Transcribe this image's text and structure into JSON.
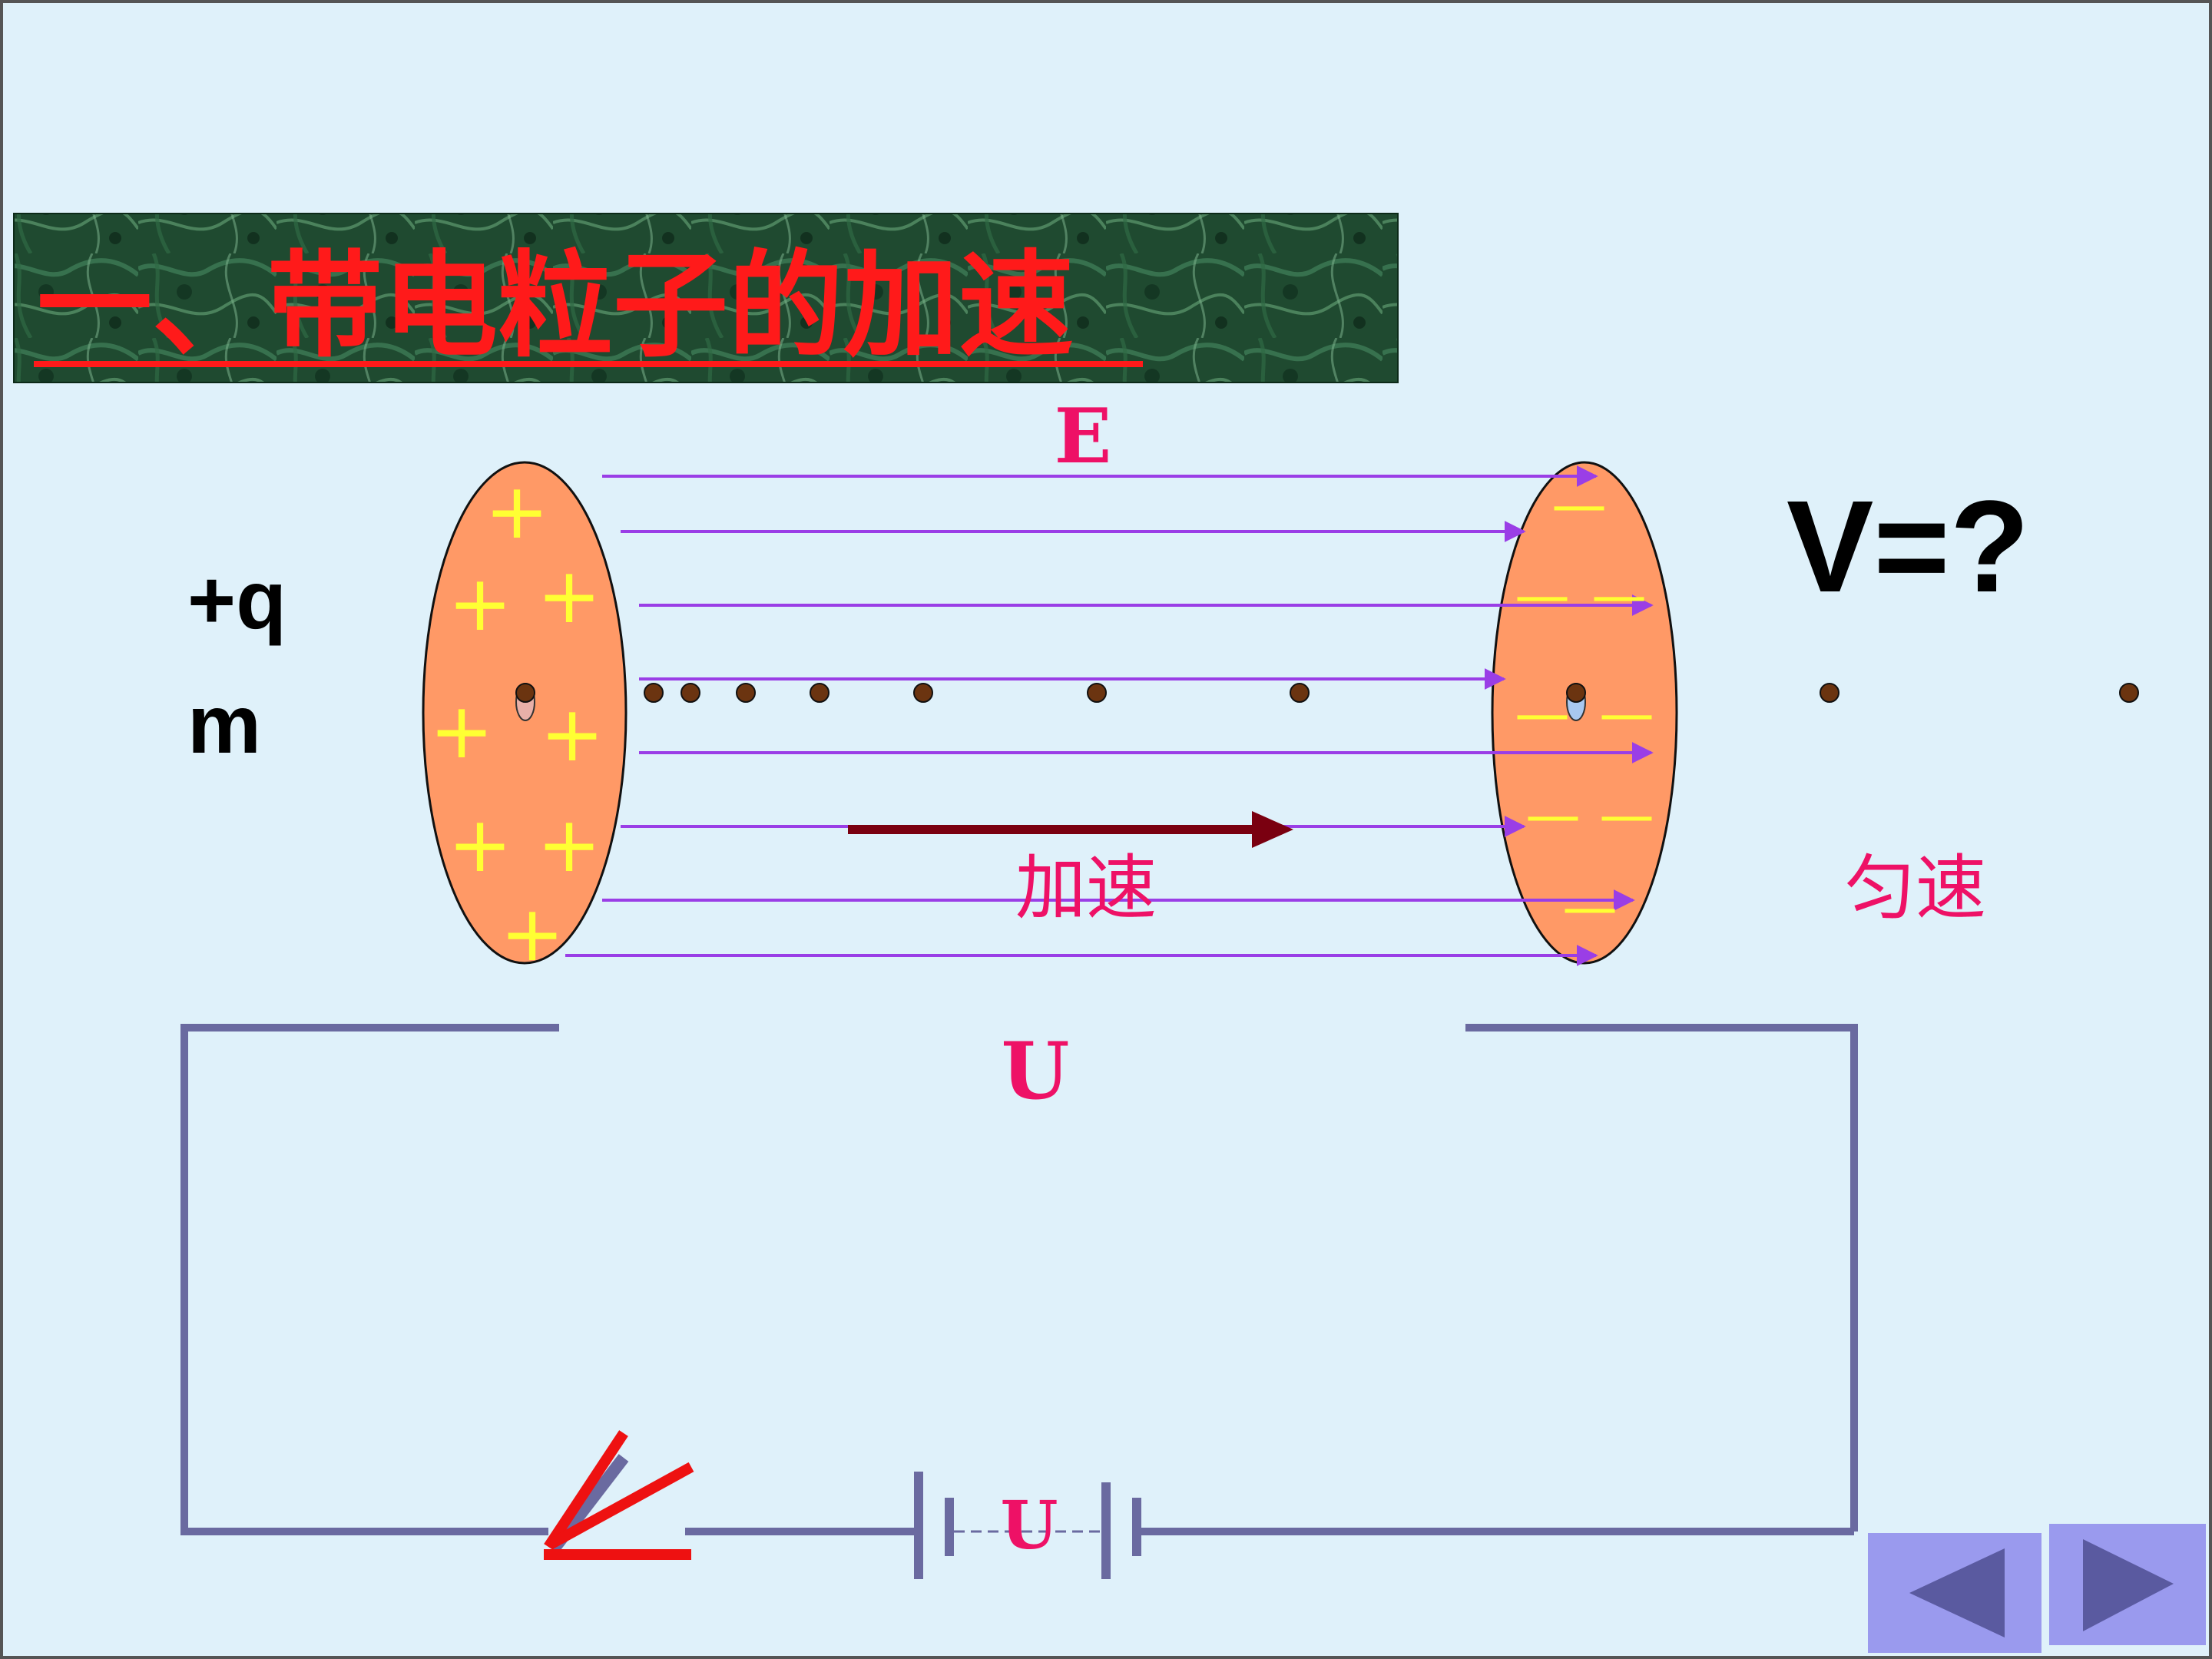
{
  "title": "一、带电粒子的加速",
  "labels": {
    "field": "E",
    "charge": "+q",
    "mass": "m",
    "velocity_question": "V=?",
    "accelerate": "加速",
    "uniform": "匀速",
    "voltage_top": "U",
    "voltage_battery": "U"
  },
  "plate_signs": {
    "positive": "+",
    "negative": "—"
  },
  "nav": {
    "prev_icon": "triangle-left-icon",
    "next_icon": "triangle-right-icon"
  },
  "colors": {
    "background": "#dff1fa",
    "plate_fill": "#ff9966",
    "field_line": "#9a3ee6",
    "label_pink": "#ee1166",
    "title_red": "#ff1a1a",
    "particle": "#6b3410",
    "circuit_wire": "#6a6aa0",
    "switch_red": "#ee1111",
    "velocity_arrow": "#7a0010",
    "plus_sign": "#ffff33",
    "nav_button": "#9a9aee",
    "nav_triangle": "#5a5aa0"
  }
}
